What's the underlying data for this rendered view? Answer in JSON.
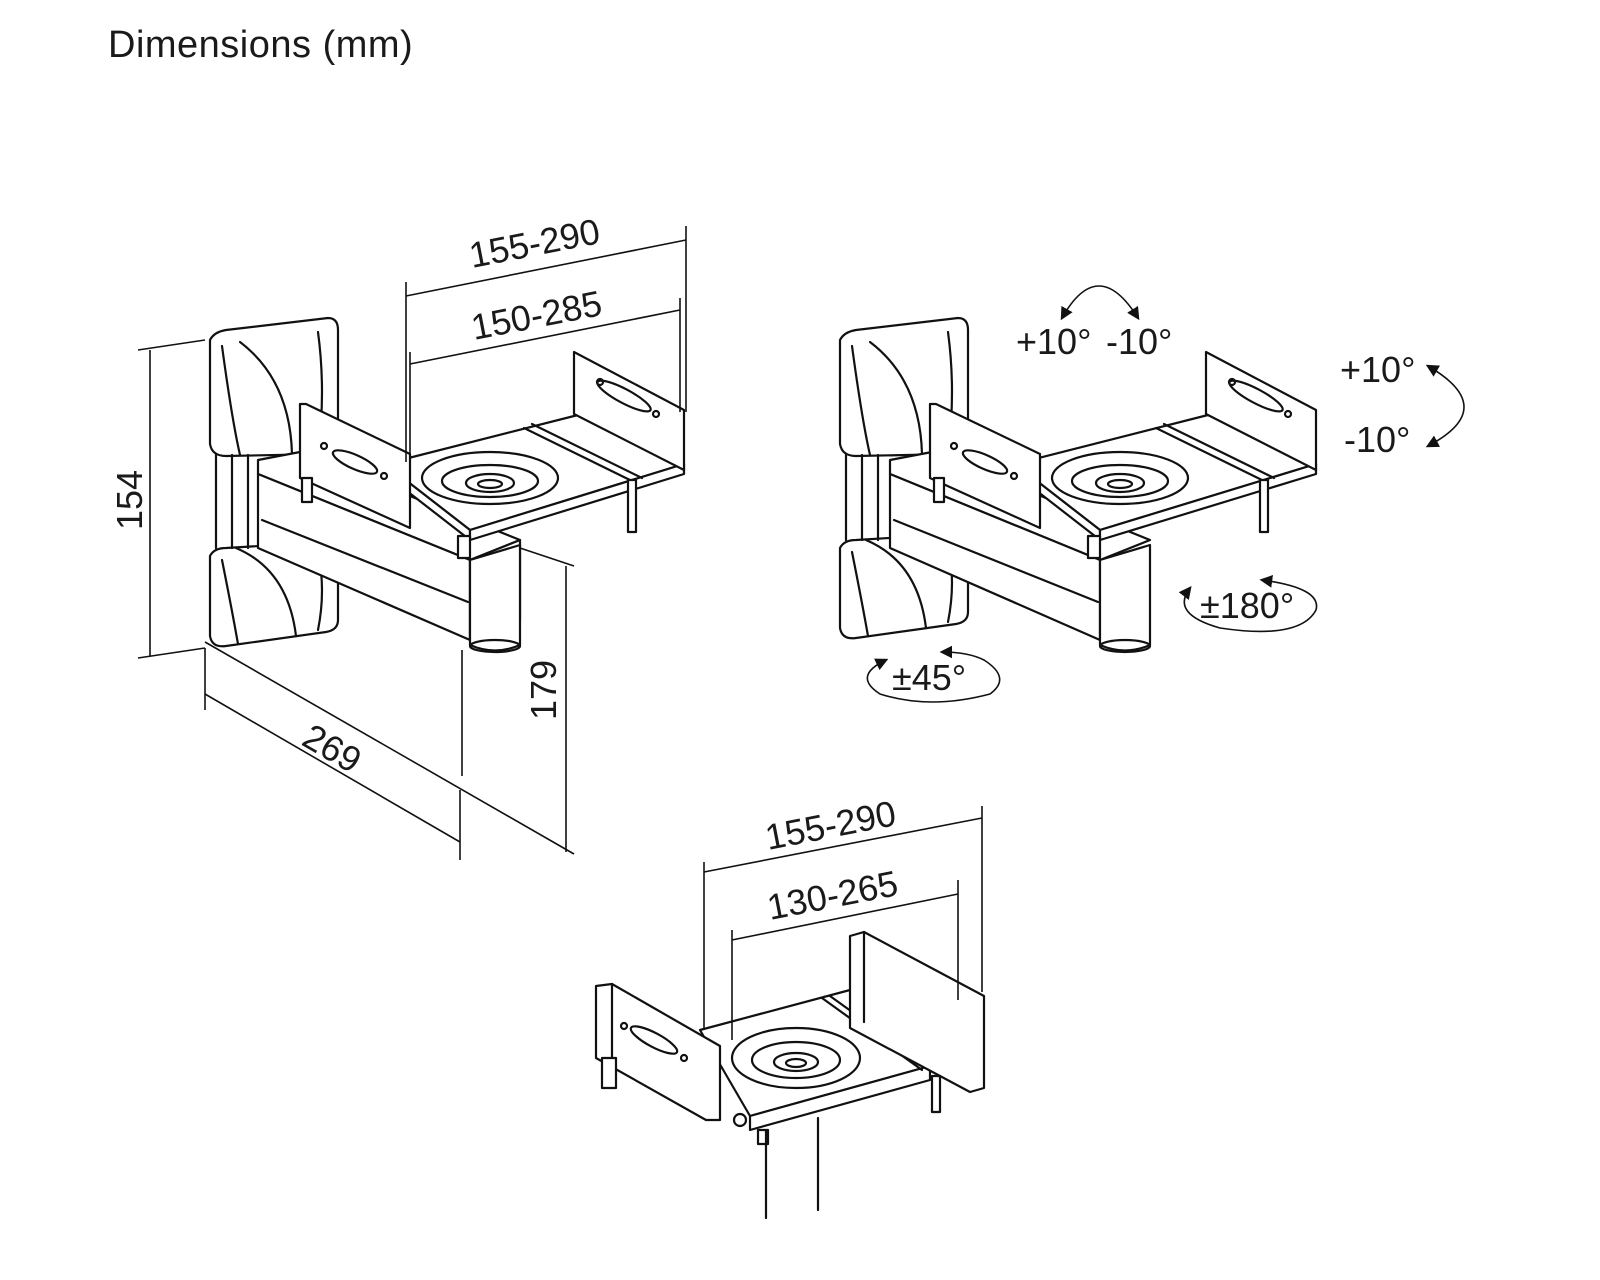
{
  "title": "Dimensions (mm)",
  "view_main": {
    "dim_outer_width": "155-290",
    "dim_inner_width": "150-285",
    "dim_height": "154",
    "dim_depth": "269",
    "dim_pole_height": "179"
  },
  "view_rotation": {
    "tilt_plus": "+10°",
    "tilt_minus": "-10°",
    "roll_plus": "+10°",
    "roll_minus": "-10°",
    "swivel_wall": "±45°",
    "swivel_top": "±180°"
  },
  "view_tray": {
    "dim_outer_width": "155-290",
    "dim_inner_width": "130-265"
  }
}
